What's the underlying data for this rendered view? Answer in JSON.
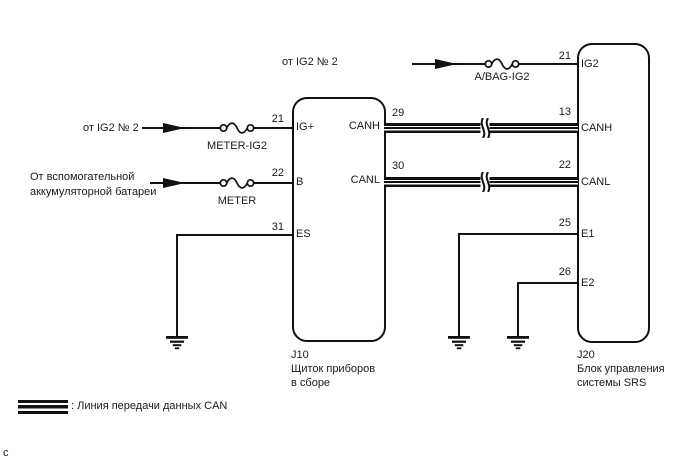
{
  "labels": {
    "top_source": "от IG2 № 2",
    "ig_source": "от IG2 № 2",
    "battery_source_line1": "От вспомогательной",
    "battery_source_line2": "аккумуляторной батареи",
    "footnote": "c"
  },
  "fuses": {
    "meter_ig2": "METER-IG2",
    "meter": "METER",
    "abag_ig2": "A/BAG-IG2"
  },
  "legend": {
    "can_line": ": Линия передачи данных CAN"
  },
  "j10": {
    "id": "J10",
    "caption_line1": "Щиток приборов",
    "caption_line2": "в сборе",
    "pins": {
      "p21": {
        "num": "21",
        "label": "IG+"
      },
      "p22": {
        "num": "22",
        "label": "B"
      },
      "p31": {
        "num": "31",
        "label": "ES"
      },
      "p29": {
        "num": "29",
        "label": "CANH"
      },
      "p30": {
        "num": "30",
        "label": "CANL"
      }
    }
  },
  "j20": {
    "id": "J20",
    "caption_line1": "Блок управления",
    "caption_line2": "системы SRS",
    "pins": {
      "p21": {
        "num": "21",
        "label": "IG2"
      },
      "p13": {
        "num": "13",
        "label": "CANH"
      },
      "p22": {
        "num": "22",
        "label": "CANL"
      },
      "p25": {
        "num": "25",
        "label": "E1"
      },
      "p26": {
        "num": "26",
        "label": "E2"
      }
    }
  },
  "colors": {
    "line": "#111111",
    "background": "#ffffff"
  }
}
